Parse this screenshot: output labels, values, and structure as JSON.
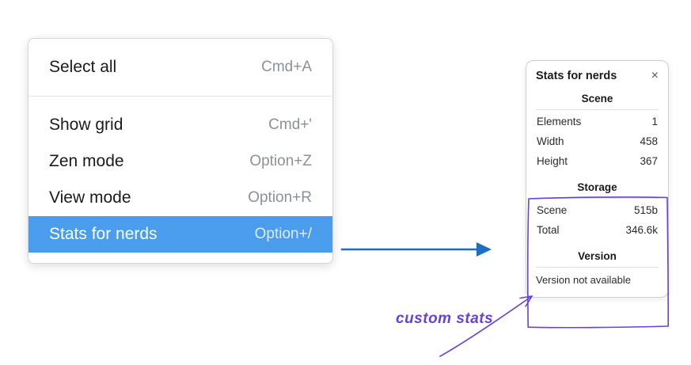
{
  "menu": {
    "items": [
      {
        "label": "Select all",
        "shortcut": "Cmd+A",
        "selected": false
      },
      {
        "label": "Show grid",
        "shortcut": "Cmd+'",
        "selected": false
      },
      {
        "label": "Zen mode",
        "shortcut": "Option+Z",
        "selected": false
      },
      {
        "label": "View mode",
        "shortcut": "Option+R",
        "selected": false
      },
      {
        "label": "Stats for nerds",
        "shortcut": "Option+/",
        "selected": true
      }
    ]
  },
  "stats_panel": {
    "title": "Stats for nerds",
    "close_glyph": "×",
    "sections": [
      {
        "heading": "Scene",
        "rows": [
          {
            "label": "Elements",
            "value": "1"
          },
          {
            "label": "Width",
            "value": "458"
          },
          {
            "label": "Height",
            "value": "367"
          }
        ]
      },
      {
        "heading": "Storage",
        "rows": [
          {
            "label": "Scene",
            "value": "515b"
          },
          {
            "label": "Total",
            "value": "346.6k"
          }
        ]
      },
      {
        "heading": "Version",
        "note": "Version not available"
      }
    ]
  },
  "annotation": {
    "label": "custom stats"
  },
  "colors": {
    "menu_selected_bg": "#4a9cec",
    "menu_selected_fg": "#ffffff",
    "arrow_blue": "#1a6fc4",
    "annotation_purple": "#6741d9"
  }
}
